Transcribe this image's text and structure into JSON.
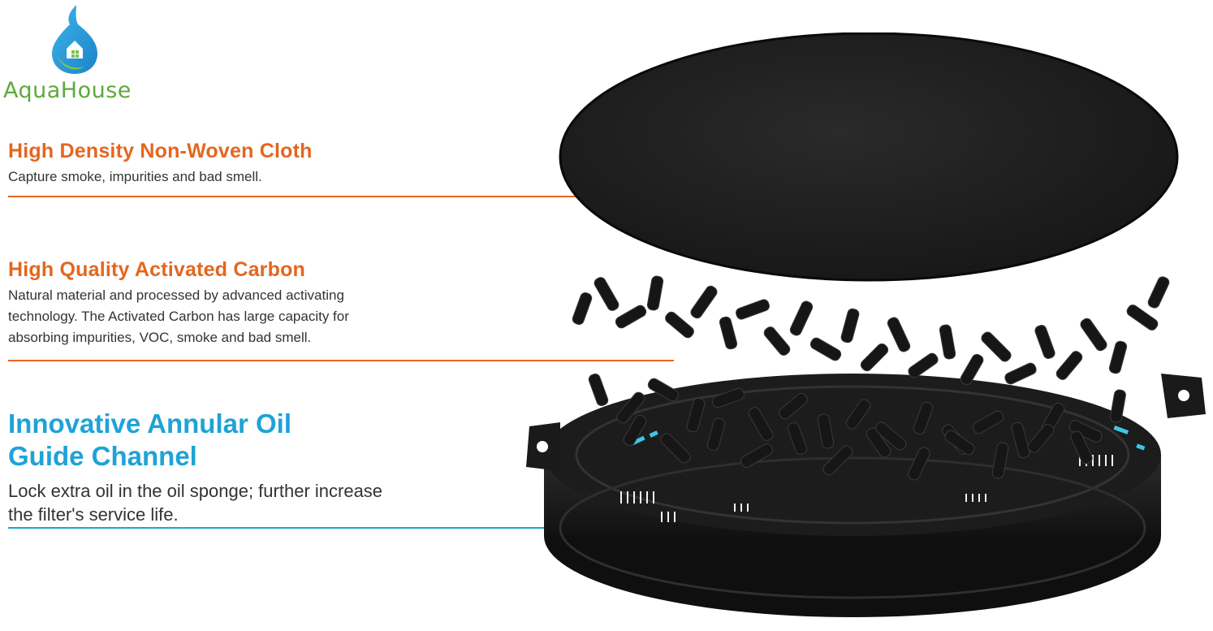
{
  "brand": {
    "name": "AquaHouse",
    "colors": {
      "green": "#5ea93a",
      "blue": "#1ea3d6",
      "orange": "#e4661f"
    }
  },
  "features": [
    {
      "title": "High Density Non-Woven Cloth",
      "description": "Capture smoke, impurities and bad smell."
    },
    {
      "title": "High Quality Activated Carbon",
      "description_lines": [
        "Natural material and processed by advanced activating",
        "technology.  The Activated Carbon has large capacity for",
        "absorbing impurities, VOC, smoke and bad smell."
      ]
    },
    {
      "title_lines": [
        "Innovative Annular Oil",
        "Guide Channel"
      ],
      "description_lines": [
        "Lock extra oil in the oil sponge; further increase",
        "the filter's service life."
      ]
    }
  ],
  "icons": [
    "water-drop-house-icon"
  ]
}
